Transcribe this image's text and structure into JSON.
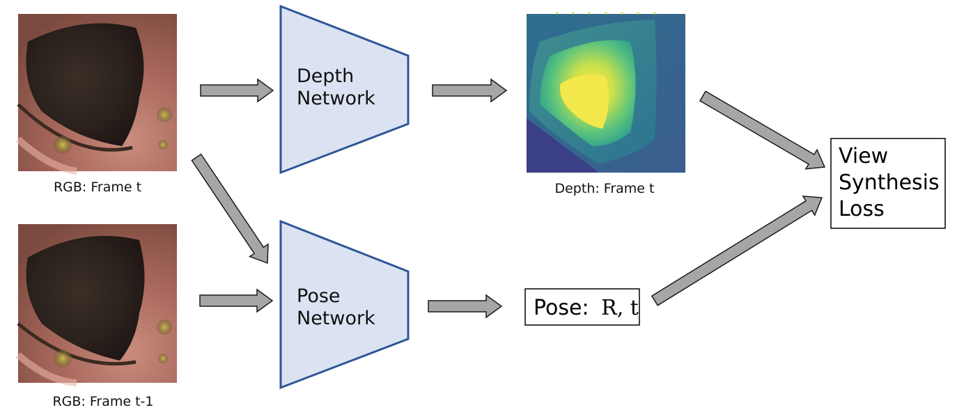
{
  "colors": {
    "network_fill": "#dbe3f2",
    "network_stroke": "#2f5597",
    "arrow_fill": "#a6a6a6",
    "arrow_stroke": "#1a1a1a"
  },
  "inputs": {
    "frame_t_caption": "RGB: Frame t",
    "frame_t1_caption": "RGB: Frame t-1"
  },
  "networks": {
    "depth": {
      "line1": "Depth",
      "line2": "Network"
    },
    "pose": {
      "line1": "Pose",
      "line2": "Network"
    }
  },
  "outputs": {
    "depth_caption": "Depth: Frame t",
    "pose_prefix": "Pose:",
    "pose_symbols": "R, t"
  },
  "loss": {
    "line1": "View",
    "line2": "Synthesis",
    "line3": "Loss"
  }
}
